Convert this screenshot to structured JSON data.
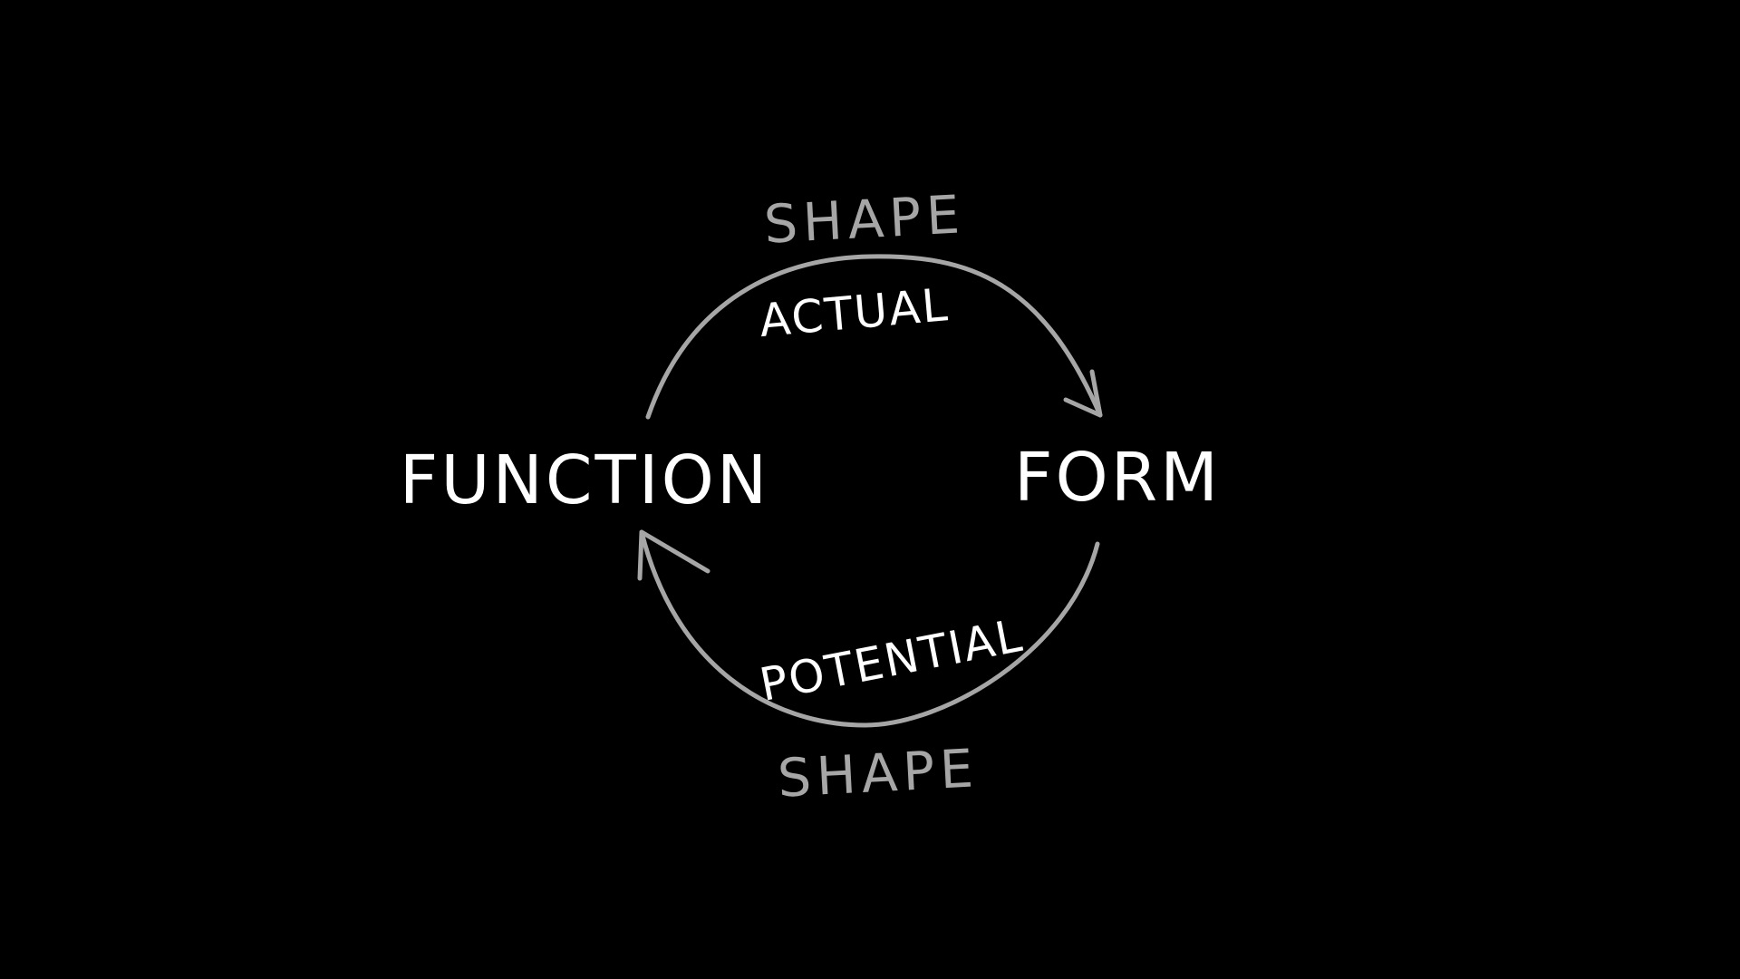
{
  "diagram": {
    "nodes": {
      "left": "FUNCTION",
      "right": "FORM"
    },
    "top_arc": {
      "verb": "SHAPE",
      "modifier": "ACTUAL",
      "direction": "left-to-right"
    },
    "bottom_arc": {
      "verb": "SHAPE",
      "modifier": "POTENTIAL",
      "direction": "right-to-left"
    },
    "colors": {
      "background": "#000000",
      "node_text": "#ffffff",
      "modifier_text": "#ffffff",
      "verb_text": "#a6a6a6",
      "arrow": "#a6a6a6"
    }
  }
}
